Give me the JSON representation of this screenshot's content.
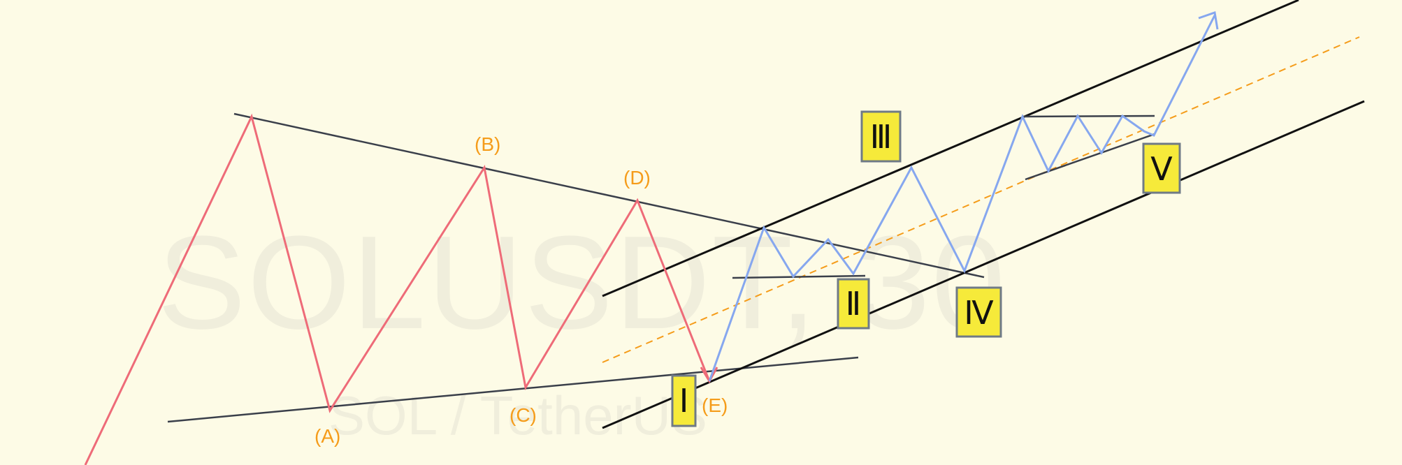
{
  "watermark": {
    "symbol": "SOLUSDT, 30",
    "pair": "SOL / TetherUS"
  },
  "colors": {
    "background": "#fdfbe6",
    "correction_wave": "#ee6b78",
    "impulse_wave": "#86a7ef",
    "channel_line": "#111111",
    "triangle_line": "#3a3f4a",
    "midline": "#f59c1a",
    "label_orange": "#f59c1a",
    "wave_box_fill": "#f6ea3a",
    "wave_box_border": "#6f7a86"
  },
  "chart_data": {
    "type": "line",
    "title": "",
    "xlabel": "",
    "ylabel": "",
    "grid": false,
    "legend": "none",
    "triangle_labels": [
      "(A)",
      "(B)",
      "(C)",
      "(D)",
      "(E)"
    ],
    "impulse_labels": [
      "Ⅰ",
      "Ⅱ",
      "Ⅲ",
      "Ⅳ",
      "Ⅴ"
    ],
    "series": [
      {
        "role": "correction",
        "labels": [
          "",
          "",
          "(A)",
          "(B)",
          "(C)",
          "(D)",
          "(E)"
        ]
      },
      {
        "role": "impulse",
        "labels": [
          "(E)",
          "Ⅰ",
          "Ⅱ",
          "Ⅲ",
          "Ⅳ",
          "Ⅴ"
        ]
      }
    ]
  }
}
